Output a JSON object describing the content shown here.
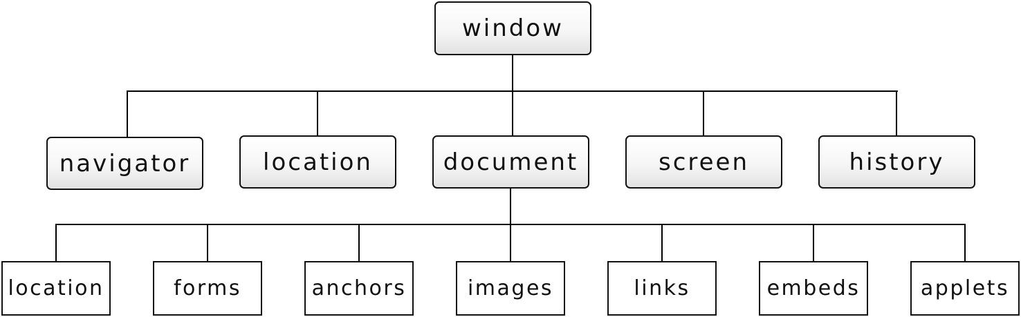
{
  "diagram": {
    "root": {
      "label": "window"
    },
    "children": [
      {
        "label": "navigator"
      },
      {
        "label": "location"
      },
      {
        "label": "document"
      },
      {
        "label": "screen"
      },
      {
        "label": "history"
      }
    ],
    "document_children": [
      {
        "label": "location"
      },
      {
        "label": "forms"
      },
      {
        "label": "anchors"
      },
      {
        "label": "images"
      },
      {
        "label": "links"
      },
      {
        "label": "embeds"
      },
      {
        "label": "applets"
      }
    ]
  }
}
